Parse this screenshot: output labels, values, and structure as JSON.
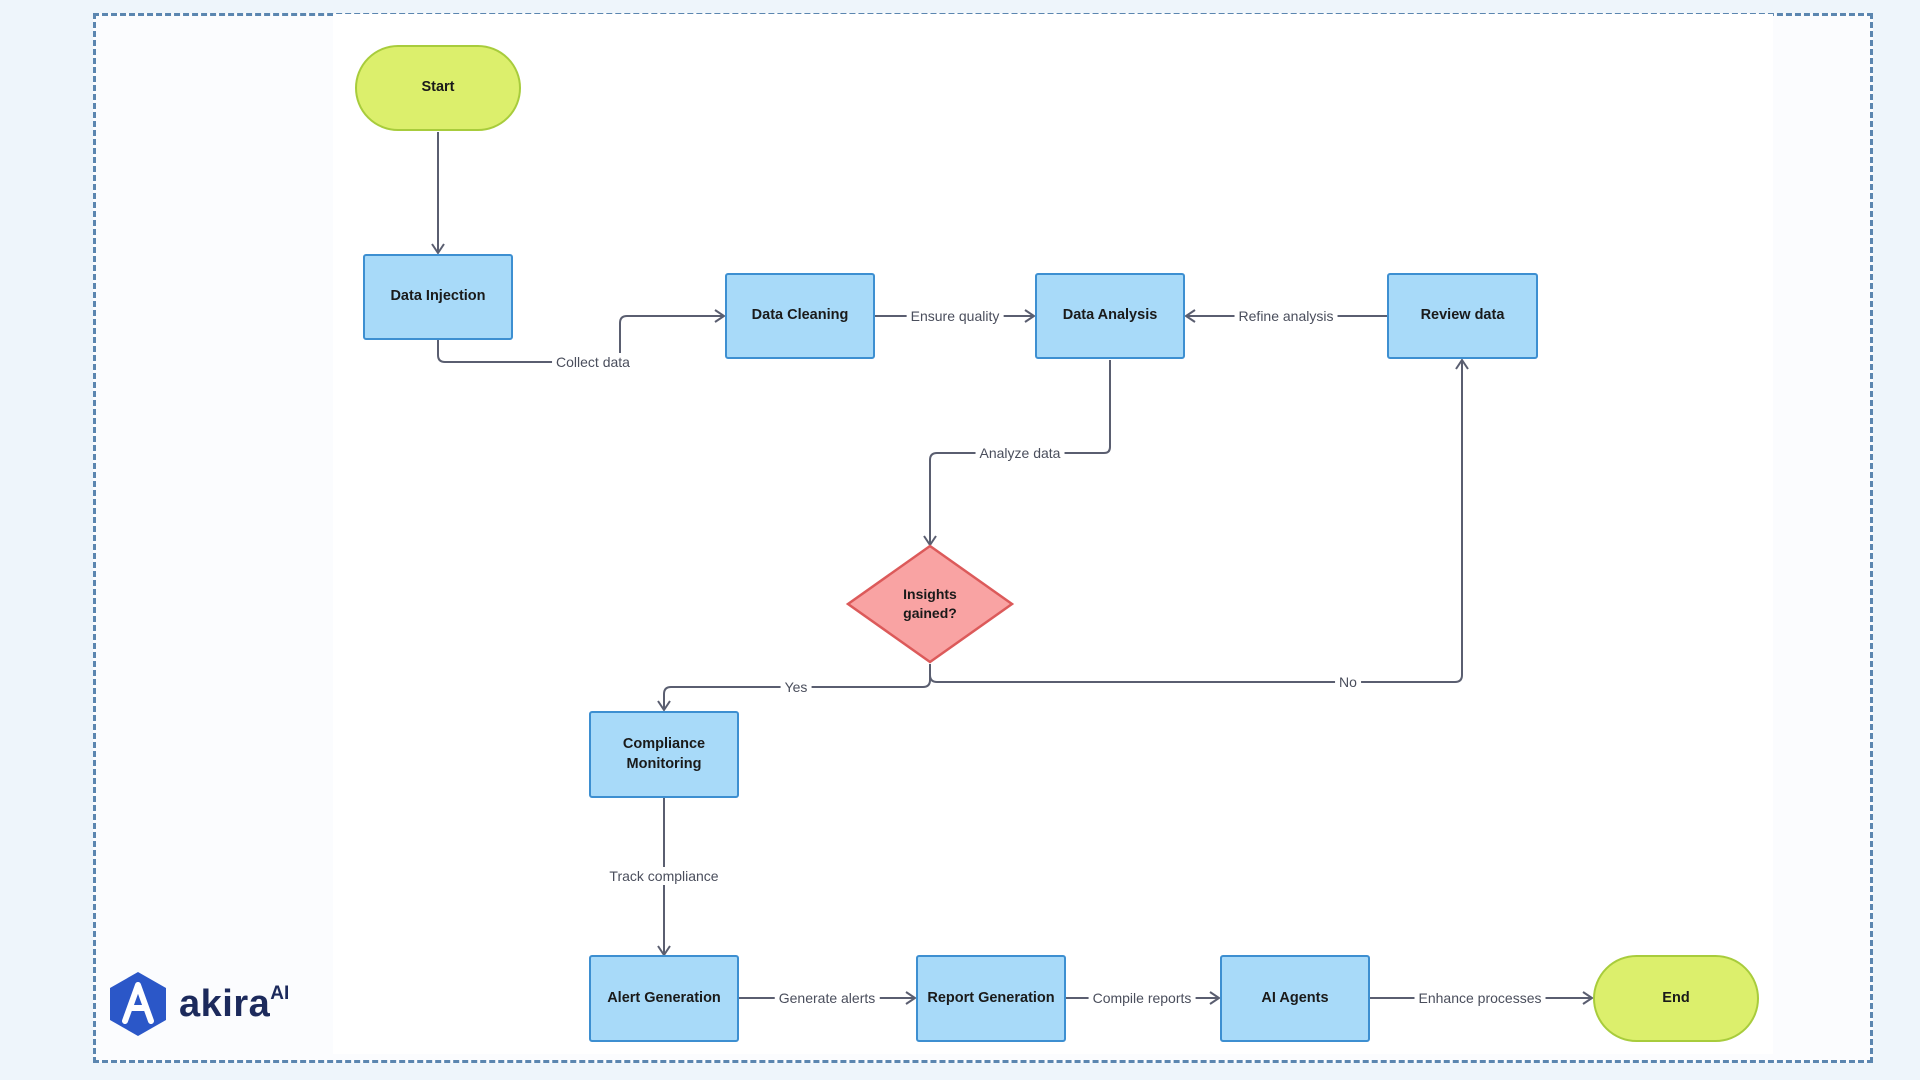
{
  "nodes": {
    "start": "Start",
    "data_injection": "Data Injection",
    "data_cleaning": "Data Cleaning",
    "data_analysis": "Data Analysis",
    "review_data": "Review data",
    "decision": "Insights gained?",
    "compliance_monitoring": "Compliance Monitoring",
    "alert_generation": "Alert Generation",
    "report_generation": "Report Generation",
    "ai_agents": "AI Agents",
    "end": "End"
  },
  "edges": {
    "collect_data": "Collect data",
    "ensure_quality": "Ensure quality",
    "refine_analysis": "Refine analysis",
    "analyze_data": "Analyze data",
    "yes": "Yes",
    "no": "No",
    "track_compliance": "Track compliance",
    "generate_alerts": "Generate alerts",
    "compile_reports": "Compile reports",
    "enhance_processes": "Enhance processes"
  },
  "logo": {
    "word": "akira",
    "sup": "AI"
  },
  "colors": {
    "process_fill": "#a8daf9",
    "process_border": "#3d8fd1",
    "terminal_fill": "#dcef6c",
    "decision_fill": "#f9a3a3",
    "connector": "#5a5e70",
    "frame_border": "#5b86b0",
    "logo": "#2b57c8"
  }
}
